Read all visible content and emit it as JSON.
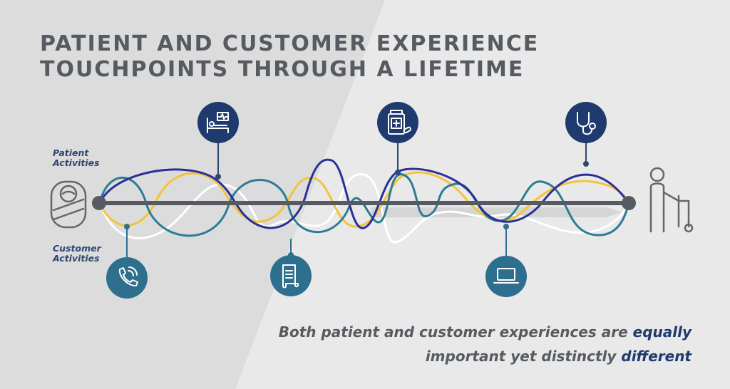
{
  "title_line1": "PATIENT AND CUSTOMER EXPERIENCE",
  "title_line2": "TOUCHPOINTS THROUGH A LIFETIME",
  "labels": {
    "patient_line1": "Patient",
    "patient_line2": "Activities",
    "customer_line1": "Customer",
    "customer_line2": "Activities"
  },
  "tagline": {
    "line1_prefix": "Both patient and customer experiences are ",
    "line1_emphasis": "equally",
    "line2_prefix": "important yet distinctly ",
    "line2_emphasis": "different"
  },
  "colors": {
    "background_left": "#dcdcdc",
    "background_right": "#e9e9e9",
    "timeline": "#555b60",
    "patient_marker": "#1f3a6e",
    "customer_marker": "#2e6f8e",
    "wave_navy": "#2b2f96",
    "wave_teal": "#2b7d93",
    "wave_yellow": "#f2c43d",
    "wave_white": "#ffffff",
    "accent_text": "#1f3a6e"
  },
  "icons": {
    "start": "infant-icon",
    "end": "elderly-walker-icon",
    "patient_markers": [
      "hospital-bed-icon",
      "medicine-bottle-icon",
      "stethoscope-icon"
    ],
    "customer_markers": [
      "phone-call-icon",
      "bill-receipt-icon",
      "laptop-icon"
    ]
  }
}
